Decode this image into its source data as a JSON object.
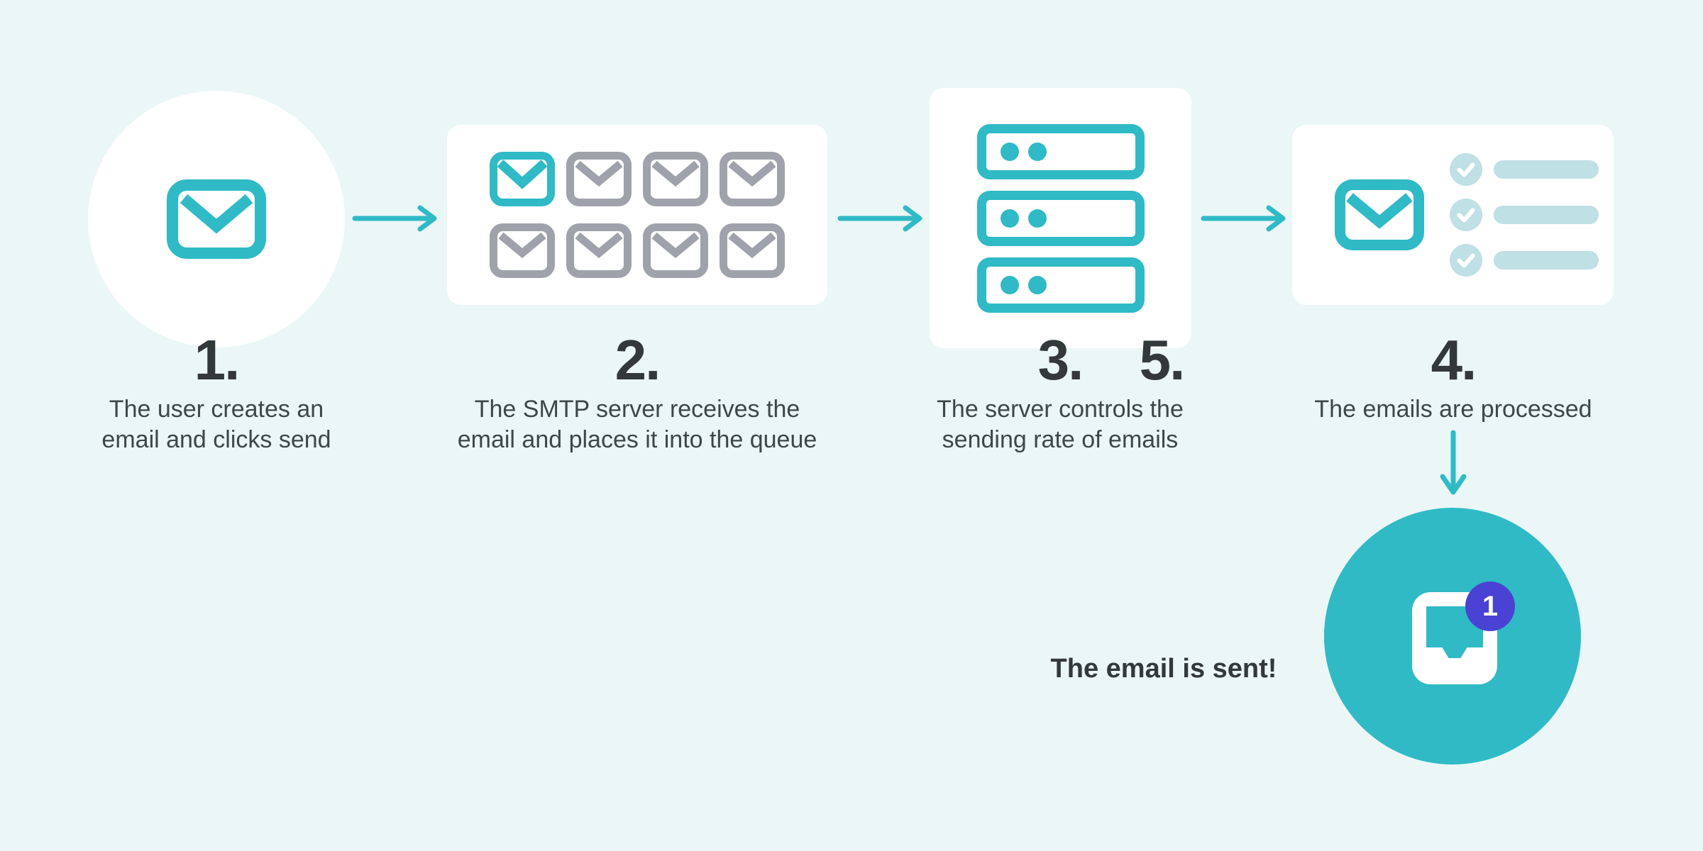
{
  "colors": {
    "background": "#eaf7f6",
    "panel": "#ffffff",
    "accent_teal": "#2fbac6",
    "muted_gray": "#a0a2ab",
    "light_teal": "#bfe0e4",
    "badge_indigo": "#4a42d4",
    "number_text": "#33383b",
    "caption_text": "#3e464b"
  },
  "steps": [
    {
      "number": "1.",
      "caption_lines": [
        "The user creates an",
        "email and clicks send"
      ],
      "icon": "envelope-icon"
    },
    {
      "number": "2.",
      "caption_lines": [
        "The SMTP server receives the",
        "email and places it into the queue"
      ],
      "icon": "envelope-queue-grid"
    },
    {
      "number": "3.",
      "caption_lines": [
        "The server controls the",
        "sending rate of emails"
      ],
      "icon": "server-stack-icon"
    },
    {
      "number": "4.",
      "caption_lines": [
        "The emails are processed"
      ],
      "icon": "envelope-checklist"
    },
    {
      "number": "5.",
      "caption_lines": [
        "The email is sent!"
      ],
      "icon": "inbox-tray-icon"
    }
  ],
  "badge": {
    "count": "1"
  },
  "connectors": {
    "horizontal": 3,
    "vertical": 1,
    "icon": "arrow-icon"
  }
}
